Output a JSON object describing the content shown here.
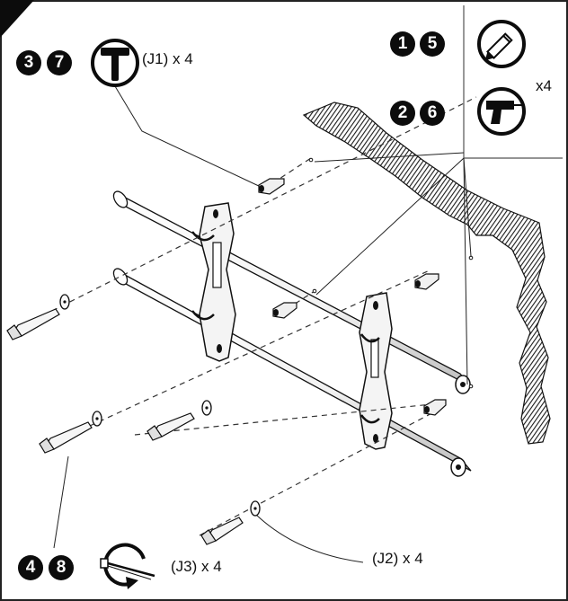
{
  "colors": {
    "ink": "#0c0c0c",
    "wall_hatch": "#1a1a1a",
    "background": "#ffffff"
  },
  "callouts": {
    "hammer": {
      "steps": [
        "3",
        "7"
      ],
      "icon": "hammer-icon",
      "text": "(J1) x 4"
    },
    "pencil": {
      "steps": [
        "1",
        "5"
      ],
      "icon": "pencil-icon"
    },
    "drill": {
      "steps": [
        "2",
        "6"
      ],
      "icon": "drill-icon"
    },
    "multiplier": "x4",
    "wrench": {
      "steps": [
        "4",
        "8"
      ],
      "icon": "rotate-wrench-icon",
      "text": "(J3) x 4"
    },
    "washer": {
      "text": "(J2) x 4"
    }
  }
}
